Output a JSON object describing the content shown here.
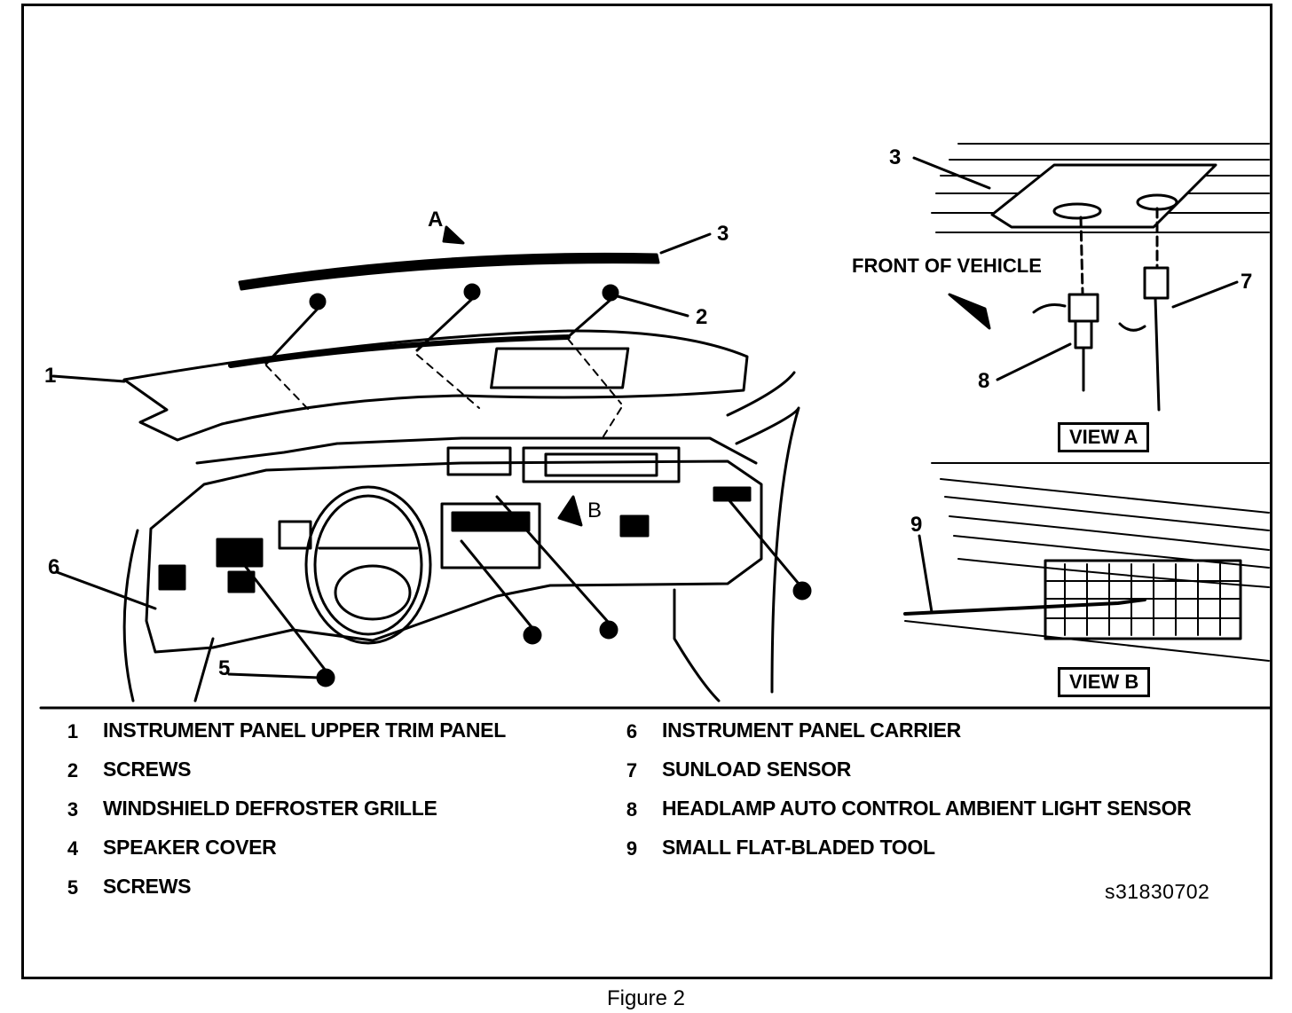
{
  "callouts": {
    "c1": "1",
    "c2": "2",
    "c3": "3",
    "c5": "5",
    "c6": "6",
    "a_arrow": "A",
    "b_arrow": "B",
    "va3": "3",
    "va7": "7",
    "va8": "8",
    "vb9": "9"
  },
  "labels": {
    "front_of_vehicle": "FRONT OF VEHICLE",
    "view_a": "VIEW A",
    "view_b": "VIEW B"
  },
  "legend": [
    {
      "num": "1",
      "text": "INSTRUMENT PANEL UPPER TRIM PANEL"
    },
    {
      "num": "2",
      "text": "SCREWS"
    },
    {
      "num": "3",
      "text": "WINDSHIELD DEFROSTER GRILLE"
    },
    {
      "num": "4",
      "text": "SPEAKER COVER"
    },
    {
      "num": "5",
      "text": "SCREWS"
    },
    {
      "num": "6",
      "text": "INSTRUMENT PANEL CARRIER"
    },
    {
      "num": "7",
      "text": "SUNLOAD SENSOR"
    },
    {
      "num": "8",
      "text": "HEADLAMP AUTO CONTROL AMBIENT LIGHT SENSOR"
    },
    {
      "num": "9",
      "text": "SMALL FLAT-BLADED TOOL"
    }
  ],
  "figure_code": "s31830702",
  "caption": "Figure 2"
}
